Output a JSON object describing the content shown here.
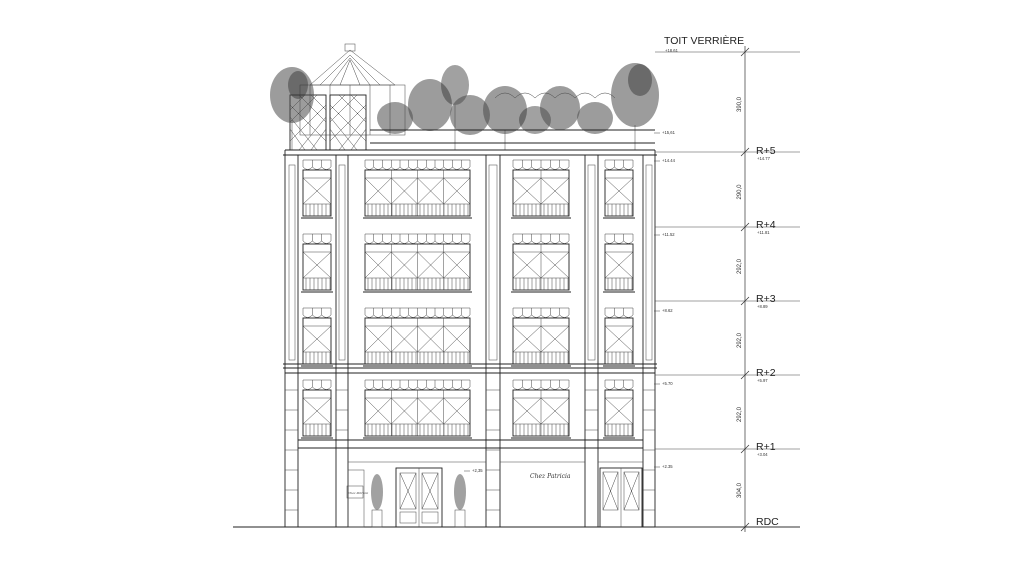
{
  "levels": [
    {
      "id": "toit",
      "label": "TOIT VERRIÈRE",
      "elev": "+18.61"
    },
    {
      "id": "r5",
      "label": "R+5",
      "elev": "+14.77"
    },
    {
      "id": "r4",
      "label": "R+4",
      "elev": "+11.81"
    },
    {
      "id": "r3",
      "label": "R+3",
      "elev": "+8.89"
    },
    {
      "id": "r2",
      "label": "R+2",
      "elev": "+5.97"
    },
    {
      "id": "r1",
      "label": "R+1",
      "elev": "+3.04"
    },
    {
      "id": "rdc",
      "label": "RDC",
      "elev": ""
    }
  ],
  "dimensions": [
    "390,0",
    "290,0",
    "292,0",
    "292,0",
    "292,0",
    "304,0"
  ],
  "facade_marks": [
    "+15,61",
    "+14.44",
    "+11.52",
    "+8.62",
    "+5.70",
    "+2.35",
    "+2,35"
  ],
  "shop_signs": {
    "main": "Chez Patricia",
    "small": "Chez Patricia"
  },
  "colors": {
    "ink": "#222222",
    "paper": "#ffffff",
    "foliage": "#4a4a4a"
  }
}
